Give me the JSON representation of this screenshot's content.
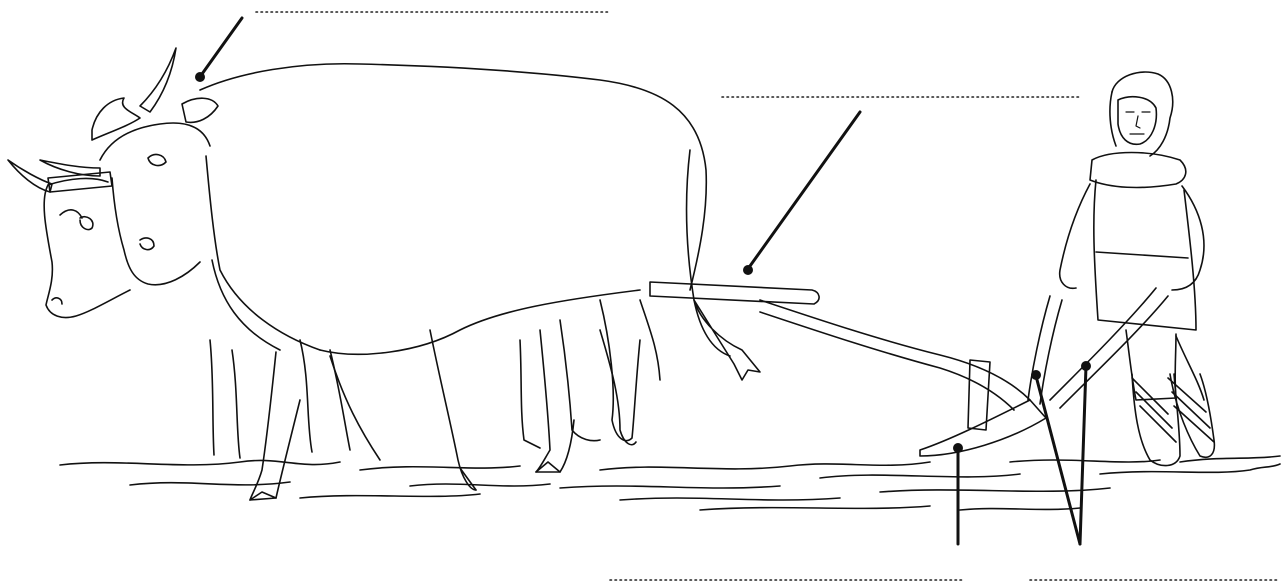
{
  "figure": {
    "subject": "",
    "label_blanks": [
      {
        "id": "blank-top",
        "text": ""
      },
      {
        "id": "blank-upper-right",
        "text": ""
      },
      {
        "id": "blank-bottom-middle",
        "text": ""
      },
      {
        "id": "blank-bottom-right",
        "text": ""
      }
    ]
  }
}
